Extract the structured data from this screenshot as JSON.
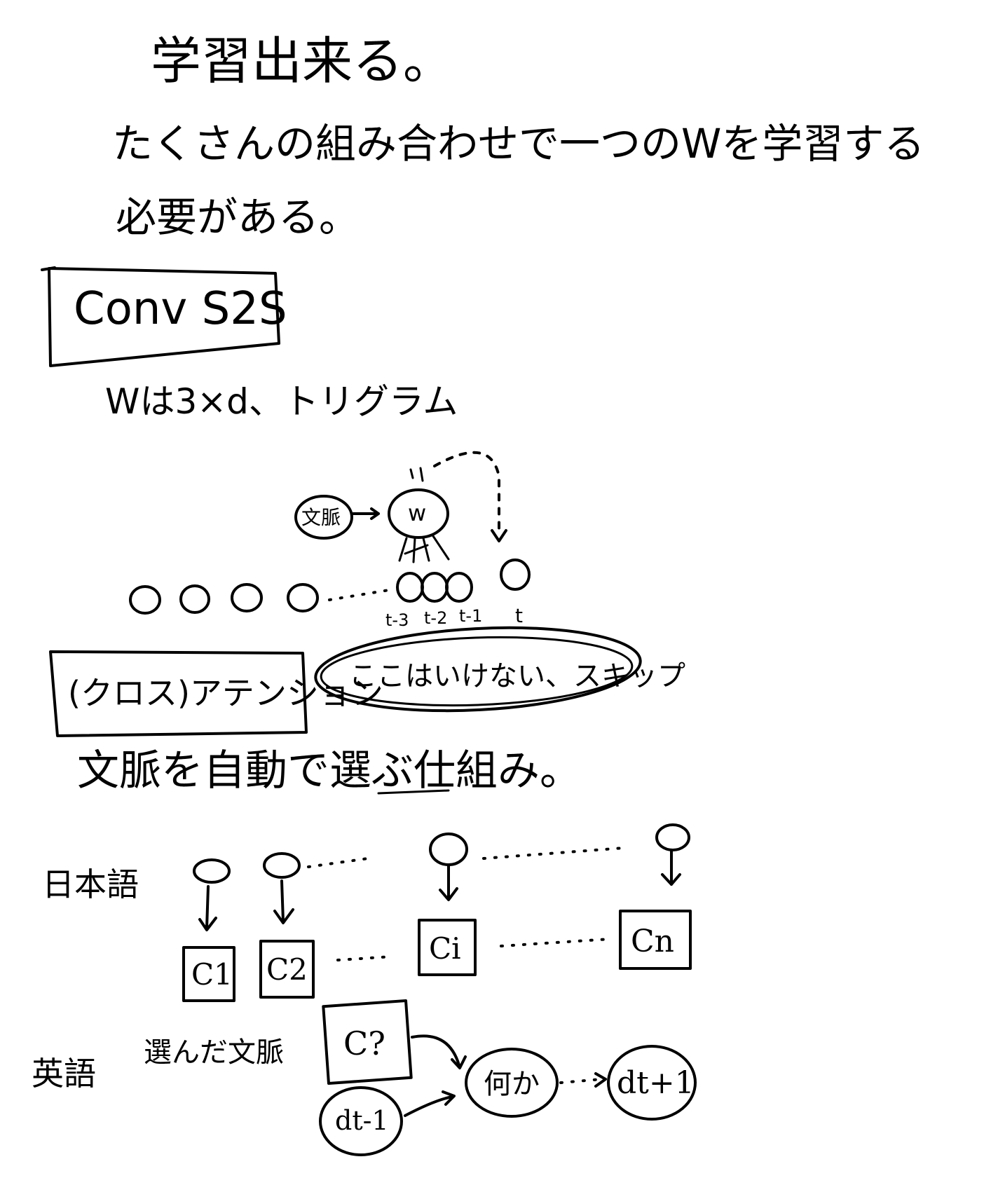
{
  "notes": {
    "line1": "学習出来る。",
    "line2": "たくさんの組み合わせで一つのWを学習する",
    "line3": "必要がある。",
    "boxed_title": "Conv S2S",
    "w_note": "Wは3×d、トリグラム",
    "attention_box": "(クロス)アテンション",
    "skip_oval": "ここはいけない、スキップ",
    "context_note": "文脈を自動で選ぶ仕組み。"
  },
  "conv_diagram": {
    "context_label": "文脈",
    "w_label": "w",
    "index_labels": [
      "t-3",
      "t-2",
      "t-1",
      "t"
    ]
  },
  "encoder_decoder": {
    "source_label": "日本語",
    "target_label": "英語",
    "selected_context_label": "選んだ文脈",
    "context_boxes": [
      "C1",
      "C2",
      "Ci",
      "Cn"
    ],
    "ctx_box": "C?",
    "prev_token": "dt-1",
    "something": "何か",
    "next_token": "dt+1"
  }
}
